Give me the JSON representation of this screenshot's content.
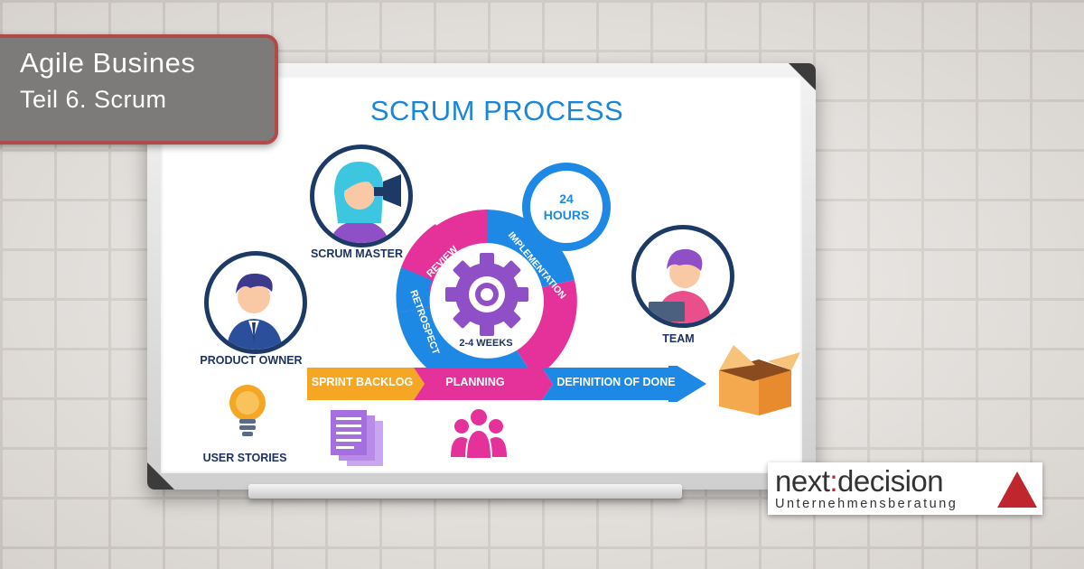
{
  "tag": {
    "title": "Agile Busines",
    "subtitle": "Teil 6. Scrum"
  },
  "board": {
    "title": "SCRUM PROCESS",
    "roles": {
      "scrum_master": "SCRUM MASTER",
      "product_owner": "PRODUCT OWNER",
      "team": "TEAM",
      "user_stories": "USER STORIES"
    },
    "cycle": {
      "review": "REVIEW",
      "implementation": "IMPLEMENTATION",
      "retrospect": "RETROSPECT",
      "duration": "2-4 WEEKS",
      "daily_line1": "24",
      "daily_line2": "HOURS"
    },
    "arrow": {
      "sprint_backlog": "SPRINT BACKLOG",
      "planning": "PLANNING",
      "definition_of_done": "DEFINITION OF DONE"
    }
  },
  "logo": {
    "left": "next",
    "colon": ":",
    "right": "decision",
    "sub": "Unternehmensberatung"
  },
  "colors": {
    "blue": "#1e88e5",
    "magenta": "#e5329a",
    "orange": "#f5a623",
    "navy": "#1f3260",
    "brand_red": "#c0262d"
  }
}
